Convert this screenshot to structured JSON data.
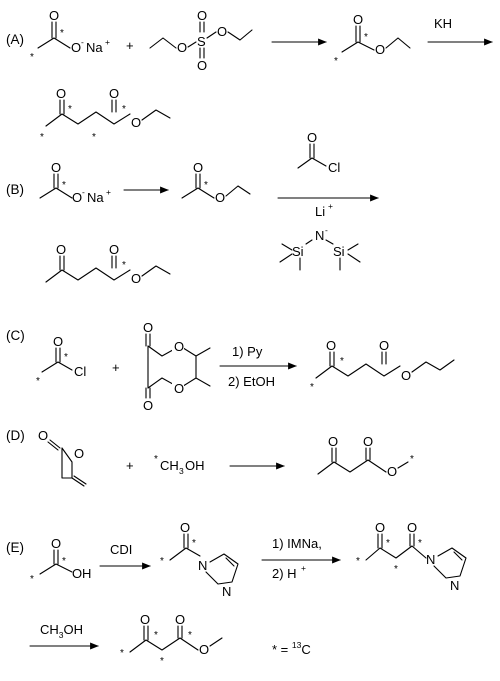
{
  "scheme_labels": [
    "(A)",
    "(B)",
    "(C)",
    "(D)",
    "(E)"
  ],
  "atoms": {
    "O": "O",
    "O_anion": "O",
    "Na": "Na",
    "S": "S",
    "Cl": "Cl",
    "N": "N",
    "N_anion": "N",
    "Si": "Si",
    "Li": "Li",
    "C": "C",
    "H": "H"
  },
  "charges": {
    "plus": "+",
    "minus": "-"
  },
  "isotope_marker": "*",
  "reagents": {
    "A_base": "KH",
    "C_step1": "1) Py",
    "C_step2": "2) EtOH",
    "E_coupling": "CDI",
    "E_step1": "1) IMNa,",
    "E_step2": "2) H",
    "E_methanol_label": "CH",
    "E_methanol_rest": "OH",
    "D_methanol": "CH",
    "D_methanol_rest": "OH",
    "subscript_3": "3"
  },
  "operators": {
    "plus": "+"
  },
  "legend": {
    "lhs": "* = ",
    "mass": "13",
    "element": "C"
  }
}
